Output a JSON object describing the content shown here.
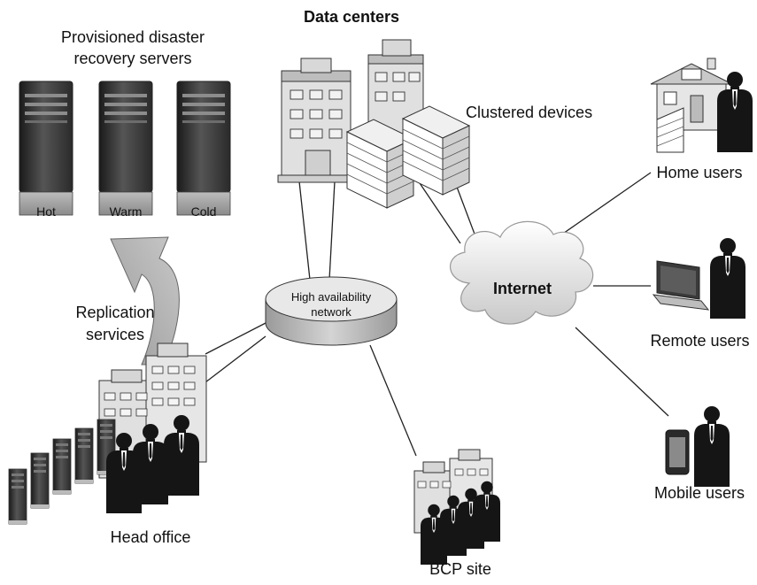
{
  "title": "Data centers",
  "labels": {
    "dr_servers_line1": "Provisioned disaster",
    "dr_servers_line2": "recovery servers",
    "hot": "Hot",
    "warm": "Warm",
    "cold": "Cold",
    "clustered": "Clustered devices",
    "home_users": "Home users",
    "remote_users": "Remote users",
    "mobile_users": "Mobile users",
    "internet": "Internet",
    "ha_line1": "High availability",
    "ha_line2": "network",
    "replication_line1": "Replication",
    "replication_line2": "services",
    "head_office": "Head office",
    "bcp_site": "BCP site"
  },
  "icons": [
    "server-icon",
    "building-icon",
    "firewall-icon",
    "house-icon",
    "person-icon",
    "laptop-icon",
    "smartphone-icon",
    "cloud-icon",
    "database-icon",
    "arrow-icon"
  ]
}
